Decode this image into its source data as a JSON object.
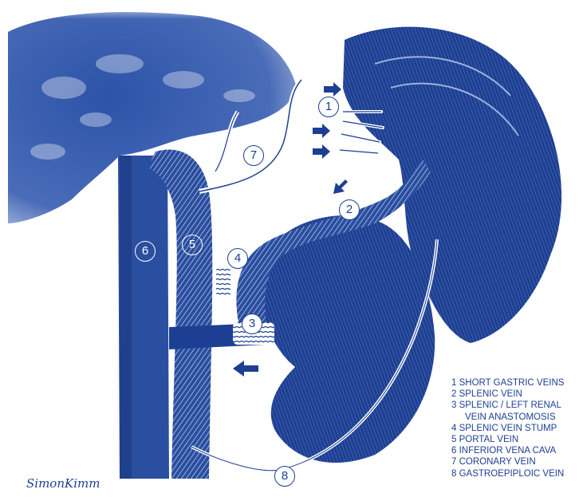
{
  "colors": {
    "ink": "#1d3f93",
    "ink_light": "#a9b9dc",
    "paper": "#ffffff"
  },
  "markers": {
    "m1": "1",
    "m2": "2",
    "m3": "3",
    "m4": "4",
    "m5": "5",
    "m6": "6",
    "m7": "7",
    "m8": "8"
  },
  "legend": {
    "item1": "1 SHORT GASTRIC VEINS",
    "item2": "2 SPLENIC VEIN",
    "item3a": "3 SPLENIC / LEFT RENAL",
    "item3b": "VEIN ANASTOMOSIS",
    "item4": "4 SPLENIC VEIN STUMP",
    "item5": "5 PORTAL VEIN",
    "item6": "6 INFERIOR VENA CAVA",
    "item7": "7 CORONARY VEIN",
    "item8": "8 GASTROEPIPLOIC VEIN"
  },
  "signature": "SimonKimm"
}
